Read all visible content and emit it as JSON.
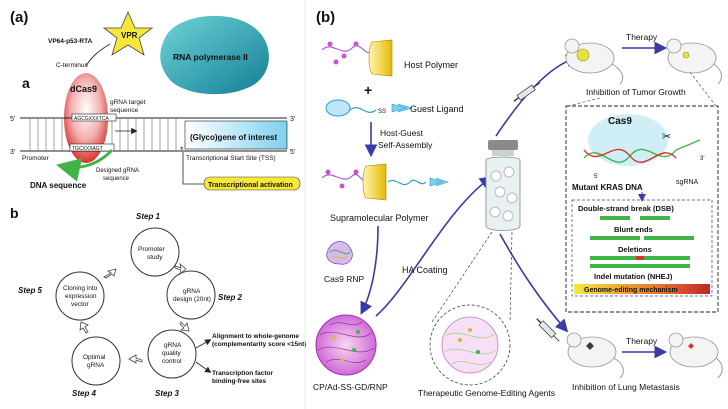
{
  "panel_a": {
    "panel_label": "(a)",
    "sub_label": "a",
    "vpr": "VPR",
    "vp64": "VP64-p53-RTA",
    "c_terminus": "C-terminus",
    "rna_pol": "RNA polymerase II",
    "dcas9": "dCas9",
    "grna_target": "gRNA target",
    "sequence": "sequence",
    "seq_top": "AGCGXXXTCA",
    "seq_bottom": "TGCXXXAGT",
    "prime5_left": "5'",
    "prime3_left": "3'",
    "prime3_right": "3'",
    "prime5_right": "5'",
    "gene": "(Glyco)gene of interest",
    "promoter": "Promoter",
    "tss": "Transcriptional Start Site (TSS)",
    "designed_grna": "Designed gRNA",
    "designed_grna2": "sequence",
    "dna_sequence": "DNA sequence",
    "activation": "Transcriptional activation",
    "sub_label_b": "b",
    "step1": "Step 1",
    "step2": "Step 2",
    "step3": "Step 3",
    "step4": "Step 4",
    "step5": "Step 5",
    "promoter_study1": "Promoter",
    "promoter_study2": "study",
    "grna_design1": "gRNA",
    "grna_design2": "design (20nt)",
    "qc1": "gRNA",
    "qc2": "quality",
    "qc3": "control",
    "optimal1": "Optimal",
    "optimal2": "gRNA",
    "cloning1": "Cloning into",
    "cloning2": "expression",
    "cloning3": "vector",
    "align1": "Alignment to whole-genome",
    "align2": "(complementarity score <15nt)",
    "tf1": "Transcription factor",
    "tf2": "binding-free sites"
  },
  "panel_b": {
    "panel_label": "(b)",
    "host_polymer": "Host Polymer",
    "plus": "+",
    "guest_ligand": "Guest Ligand",
    "ss": "SS",
    "host_guest1": "Host-Guest",
    "host_guest2": "Self-Assembly",
    "supramolecular": "Supramolecular Polymer",
    "cas9_rnp": "Cas9 RNP",
    "ha_coating": "HA Coating",
    "cp_label": "CP/Ad-SS-GD/RNP",
    "agents": "Therapeutic Genome-Editing Agents",
    "therapy_top": "Therapy",
    "therapy_bottom": "Therapy",
    "tumor": "Inhibition of Tumor Growth",
    "lung": "Inhibition of Lung Metastasis",
    "cas9": "Cas9",
    "mutant_kras": "Mutant KRAS DNA",
    "sgrna": "sgRNA",
    "prime5": "5'",
    "prime3": "3'",
    "dsb": "Double-strand break (DSB)",
    "blunt": "Blunt ends",
    "deletions": "Deletions",
    "indel": "Indel mutation (NHEJ)",
    "mechanism": "Genome-editing mechanism"
  },
  "colors": {
    "dcas9_red": "#d8322f",
    "pol_teal": "#1c9bb0",
    "vpr_yellow": "#f6e83a",
    "grna_green": "#3fb548",
    "arrow_blue": "#3a3aa8",
    "kras_red": "#c0252a",
    "indel_yellow": "#e0b43a"
  }
}
